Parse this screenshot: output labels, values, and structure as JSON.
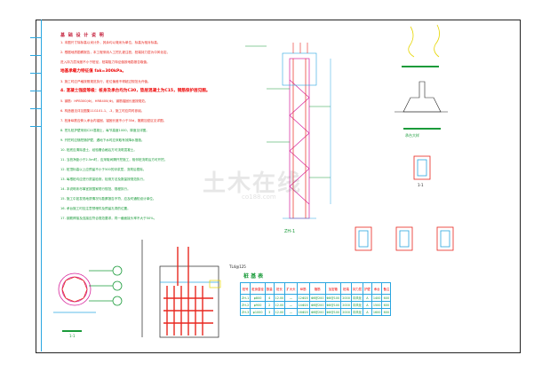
{
  "watermark": {
    "main": "土木在线",
    "sub": "co188.com"
  },
  "notes": {
    "title": "基 础 设 计 说 明",
    "lines": [
      "1. 本图尺寸除标高以米计外，其余均以毫米为单位，标高为相对标高。",
      "2. 根据地质勘察报告，本工程采用人工挖孔灌注桩，桩端持力层为中风化岩，",
      "   进入持力层深度不小于桩径，桩端阻力特征值按地勘报告取值。",
      "   地基承载力特征值 fak=300kPa。",
      "3. 施工时应严格按照规范执行，桩位偏差不得超过规范允许值。",
      "4. 混凝土强度等级：桩身及承台均为C30，垫层混凝土为C15，钢筋保护层见图。",
      "5. 钢筋：HPB300(Φ)，HRB400(Φ)，钢筋锚固长度按规范。",
      "6. 构造做法详见图集11G101-1、-3，施工时应同时参阅。",
      "7. 桩身纵筋应伸入承台内锚固，锚固长度不小于35d，箍筋加密区见详图。",
      "8. 挖孔桩护壁采用C20混凝土，每节高度1000，厚度见详图。",
      "9. 开挖时应随挖随护壁，遇地下水时应采取有效降水措施。",
      "10. 桩底应清除虚土，经验槽合格后方可浇筑混凝土。",
      "11. 当桩净距小于2.5m时，应采取间隔开挖施工，相邻桩浇筑后方可开挖。",
      "12. 桩顶标高以上应预留不小于500的浮浆层，浇筑后凿除。",
      "13. 每根桩均应进行质量检测，检测方法及数量按规范执行。",
      "14. 本说明未尽事宜按国家现行规范、规程执行。",
      "15. 施工中如发现地质情况与勘察报告不符，应及时通知设计单位。",
      "16. 承台施工时应注意预埋件及预留孔洞的位置。",
      "17. 钢筋焊接及连接应符合规范要求，同一截面接头率不大于50%。"
    ]
  },
  "drawing_labels": {
    "elevation_title": "ZH-1",
    "detail_title": "承台大样",
    "ring_label": "1-1",
    "section_a": "1-1",
    "cap_label": "TL4@125",
    "table_title": "桩 基 表"
  },
  "pile_table": {
    "headers": [
      "桩号",
      "桩身直径",
      "数量",
      "桩长",
      "扩大头",
      "纵筋",
      "箍筋",
      "加密箍",
      "桩端",
      "持力层",
      "护壁",
      "承台",
      "备注"
    ],
    "rows": [
      [
        "ZH-1",
        "φ800",
        "4",
        "12.00",
        "—",
        "12Φ20",
        "Φ8@200",
        "Φ8@100",
        "2000",
        "中风化",
        "A",
        "1400",
        "600"
      ],
      [
        "ZH-2",
        "φ900",
        "2",
        "12.00",
        "—",
        "14Φ20",
        "Φ8@200",
        "Φ8@100",
        "2000",
        "中风化",
        "A",
        "1500",
        "600"
      ],
      [
        "ZH-3",
        "φ1000",
        "3",
        "12.00",
        "—",
        "16Φ20",
        "Φ8@200",
        "Φ8@100",
        "2000",
        "中风化",
        "A",
        "1600",
        "600"
      ]
    ]
  },
  "colors": {
    "red": "#e8271f",
    "green": "#1a9b3a",
    "blue": "#2aa6e0",
    "magenta": "#d6209a",
    "yellow": "#e6d600"
  }
}
